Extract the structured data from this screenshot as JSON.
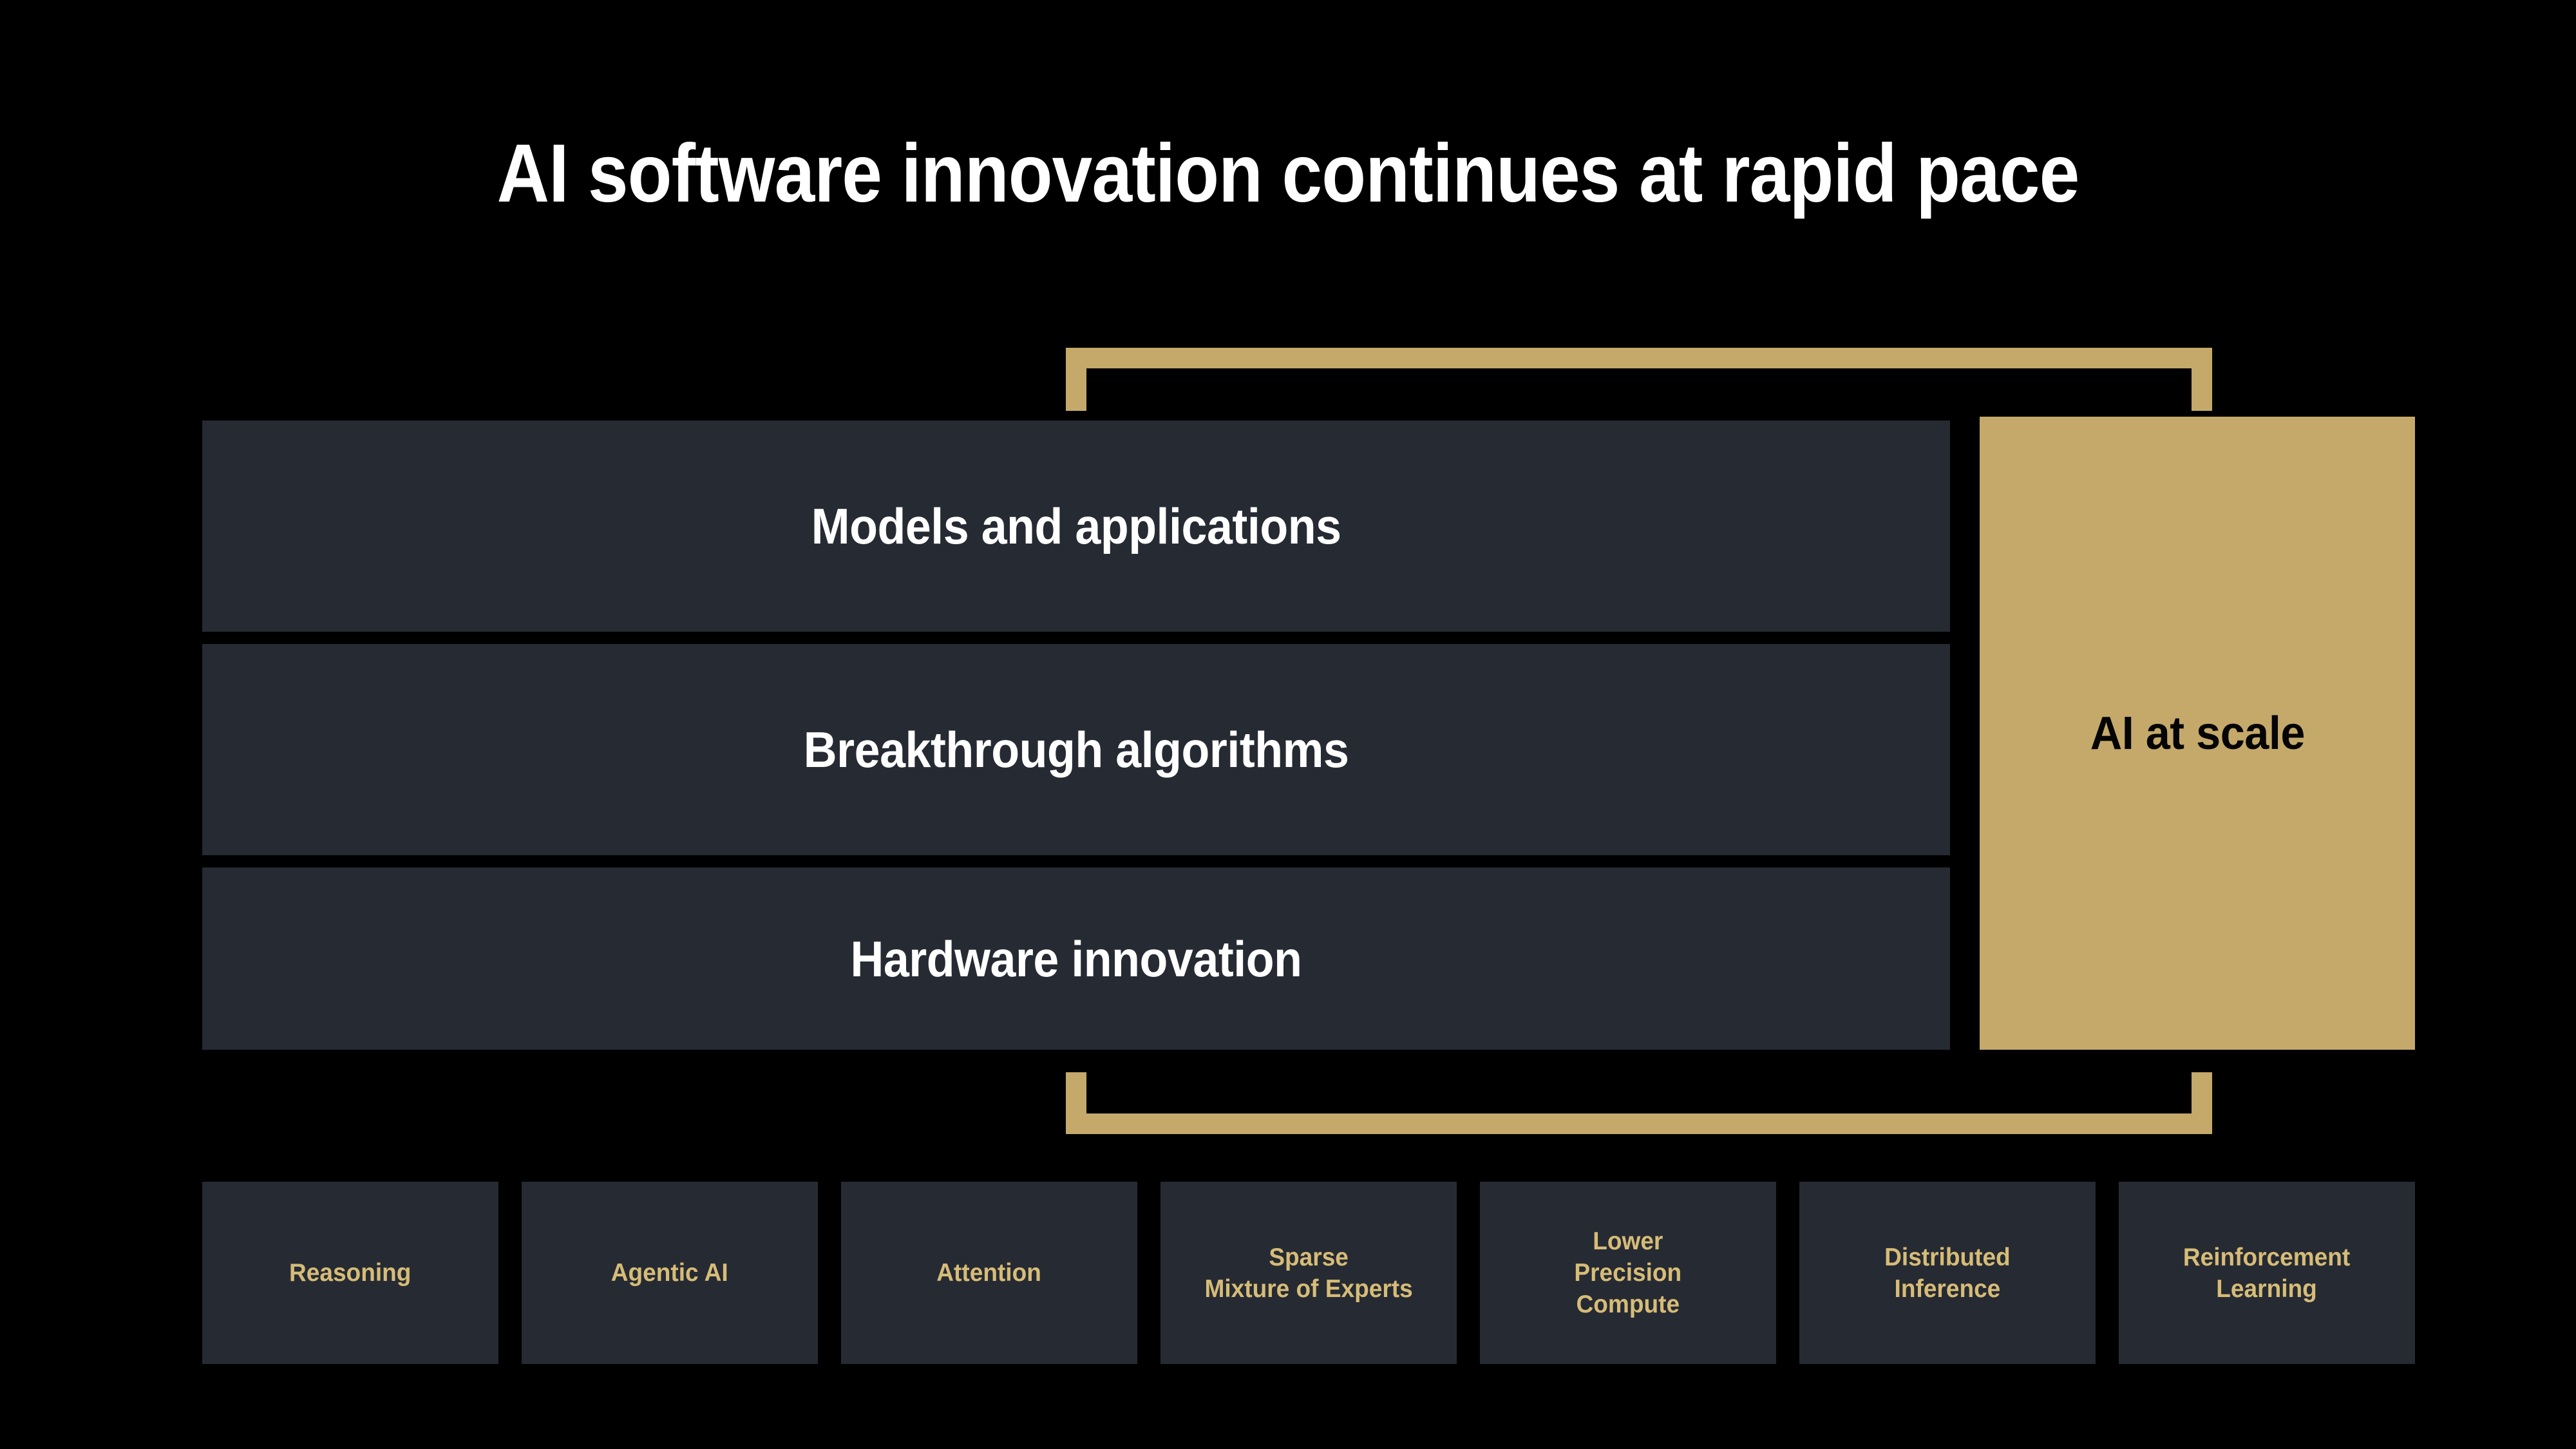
{
  "slide": {
    "background_color": "#000000",
    "accent_gold": "#C5A96A",
    "panel_dark": "#262A33",
    "chip_text_gold": "#D6BC77",
    "title": "AI software innovation continues at rapid pace"
  },
  "stack": {
    "layers": [
      {
        "label": "Models and applications"
      },
      {
        "label": "Breakthrough algorithms"
      },
      {
        "label": "Hardware innovation"
      }
    ]
  },
  "side_panel": {
    "label": "AI at scale"
  },
  "brackets": {
    "top": {
      "orientation": "down-facing",
      "color": "#C5A96A"
    },
    "bottom": {
      "orientation": "up-facing",
      "color": "#C5A96A"
    }
  },
  "chips": [
    {
      "label": "Reasoning"
    },
    {
      "label": "Agentic AI"
    },
    {
      "label": "Attention"
    },
    {
      "label": "Sparse\nMixture of Experts"
    },
    {
      "label": "Lower\nPrecision\nCompute"
    },
    {
      "label": "Distributed\nInference"
    },
    {
      "label": "Reinforcement\nLearning"
    }
  ]
}
